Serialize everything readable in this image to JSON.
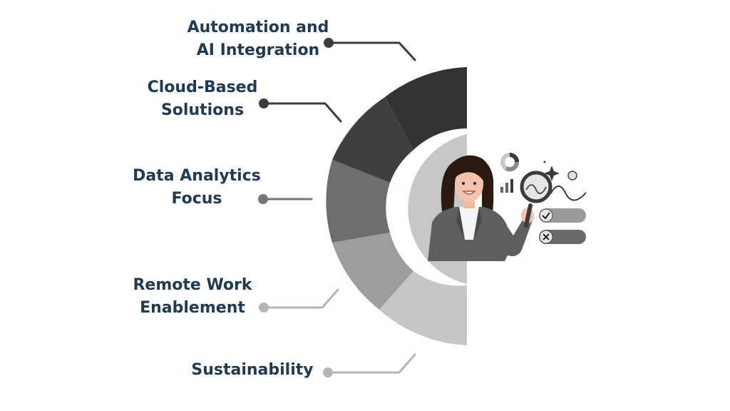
{
  "labels": {
    "automation": {
      "line1": "Automation and",
      "line2": "AI Integration"
    },
    "cloud": {
      "line1": "Cloud-Based",
      "line2": "Solutions"
    },
    "analytics": {
      "line1": "Data Analytics",
      "line2": "Focus"
    },
    "remote": {
      "line1": "Remote Work",
      "line2": "Enablement"
    },
    "sustainability": {
      "line1": "Sustainability"
    }
  },
  "colors": {
    "text": "#1f3a52",
    "segment_1": "#333333",
    "segment_2": "#3f3f3f",
    "segment_3": "#6e6e6e",
    "segment_4": "#9d9d9d",
    "segment_5": "#c6c6c6",
    "inner_disc": "#c7c7c7",
    "connector_dark": "#3c3c3c",
    "connector_mid": "#767676",
    "connector_light": "#b5b5b5"
  },
  "icons": {
    "illustration": "woman-with-magnifier-icon",
    "donut": "donut-chart-icon",
    "bars": "bar-chart-icon",
    "magnifier": "magnifying-glass-icon",
    "check": "check-icon",
    "cross": "cross-icon",
    "sparkle": "sparkle-icon"
  }
}
